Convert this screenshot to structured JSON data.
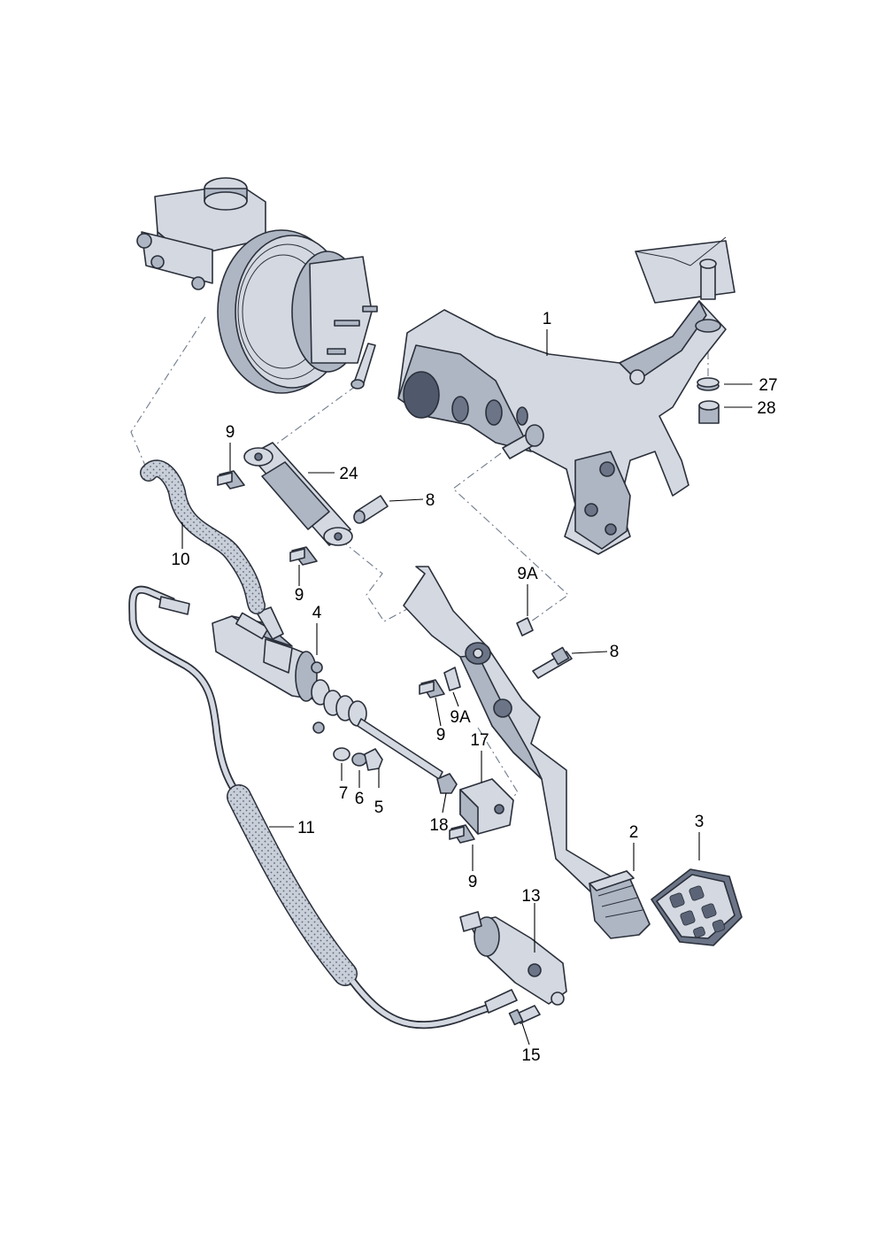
{
  "diagram": {
    "callouts": {
      "c1": "1",
      "c2": "2",
      "c3": "3",
      "c4": "4",
      "c5": "5",
      "c6": "6",
      "c7": "7",
      "c8a": "8",
      "c8b": "8",
      "c9a": "9",
      "c9b": "9",
      "c9c": "9",
      "c9d": "9",
      "c9Aa": "9A",
      "c9Ab": "9A",
      "c10": "10",
      "c11": "11",
      "c13": "13",
      "c15": "15",
      "c17": "17",
      "c18": "18",
      "c24": "24",
      "c27": "27",
      "c28": "28"
    }
  }
}
